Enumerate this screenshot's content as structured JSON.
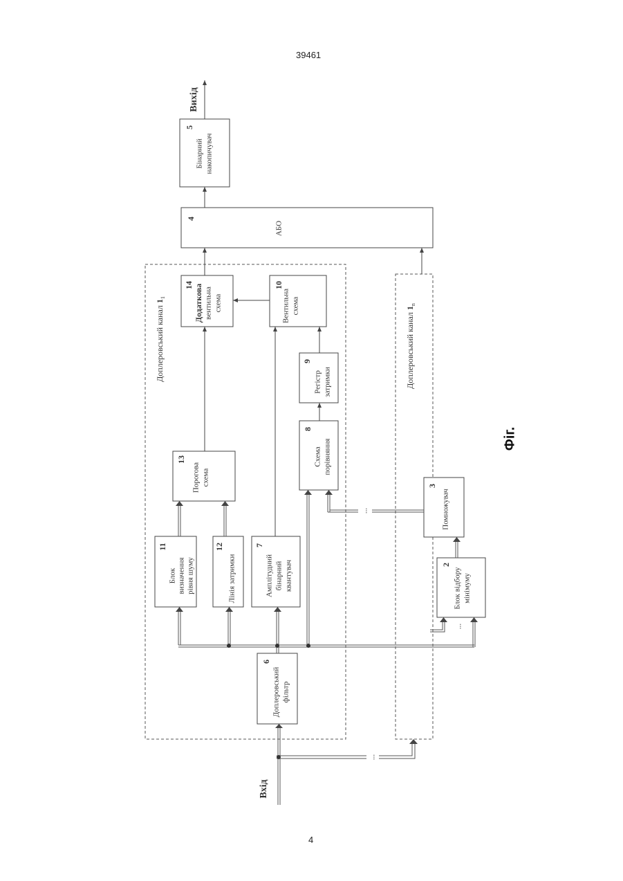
{
  "page": {
    "header_number": "39461",
    "footer_number": "4",
    "fig_label": "Фіг."
  },
  "io": {
    "input": "Вхід",
    "output": "Вихід"
  },
  "channels": {
    "first": {
      "title": "Доплеровський канал",
      "index": "1",
      "sub": "1"
    },
    "last": {
      "title": "Доплеровський канал",
      "index": "1",
      "sub": "n"
    }
  },
  "blocks": [
    {
      "id": "b2",
      "number": "2",
      "lines": [
        "Блок відбору",
        "мінімуму"
      ]
    },
    {
      "id": "b3",
      "number": "3",
      "lines": [
        "Помножувач"
      ]
    },
    {
      "id": "b4",
      "number": "4",
      "lines": [
        "АБО"
      ]
    },
    {
      "id": "b5",
      "number": "5",
      "lines": [
        "Бінарний",
        "накопичувач"
      ]
    },
    {
      "id": "b6",
      "number": "6",
      "lines": [
        "Доплеровський",
        "фільтр"
      ]
    },
    {
      "id": "b7",
      "number": "7",
      "lines": [
        "Амплітудний",
        "бінарний",
        "квантувач"
      ]
    },
    {
      "id": "b8",
      "number": "8",
      "lines": [
        "Схема",
        "порівняння"
      ]
    },
    {
      "id": "b9",
      "number": "9",
      "lines": [
        "Регістр",
        "затримки"
      ]
    },
    {
      "id": "b10",
      "number": "10",
      "lines": [
        "Вентильна",
        "схема"
      ]
    },
    {
      "id": "b11",
      "number": "11",
      "lines": [
        "Блок",
        "визначення",
        "рівня шуму"
      ]
    },
    {
      "id": "b12",
      "number": "12",
      "lines": [
        "Лінія затримки"
      ]
    },
    {
      "id": "b13",
      "number": "13",
      "lines": [
        "Порогова",
        "схема"
      ]
    },
    {
      "id": "b14",
      "number": "14",
      "lines": [
        "Додаткова",
        "вентильна",
        "схема"
      ]
    }
  ],
  "ellipsis": "..."
}
